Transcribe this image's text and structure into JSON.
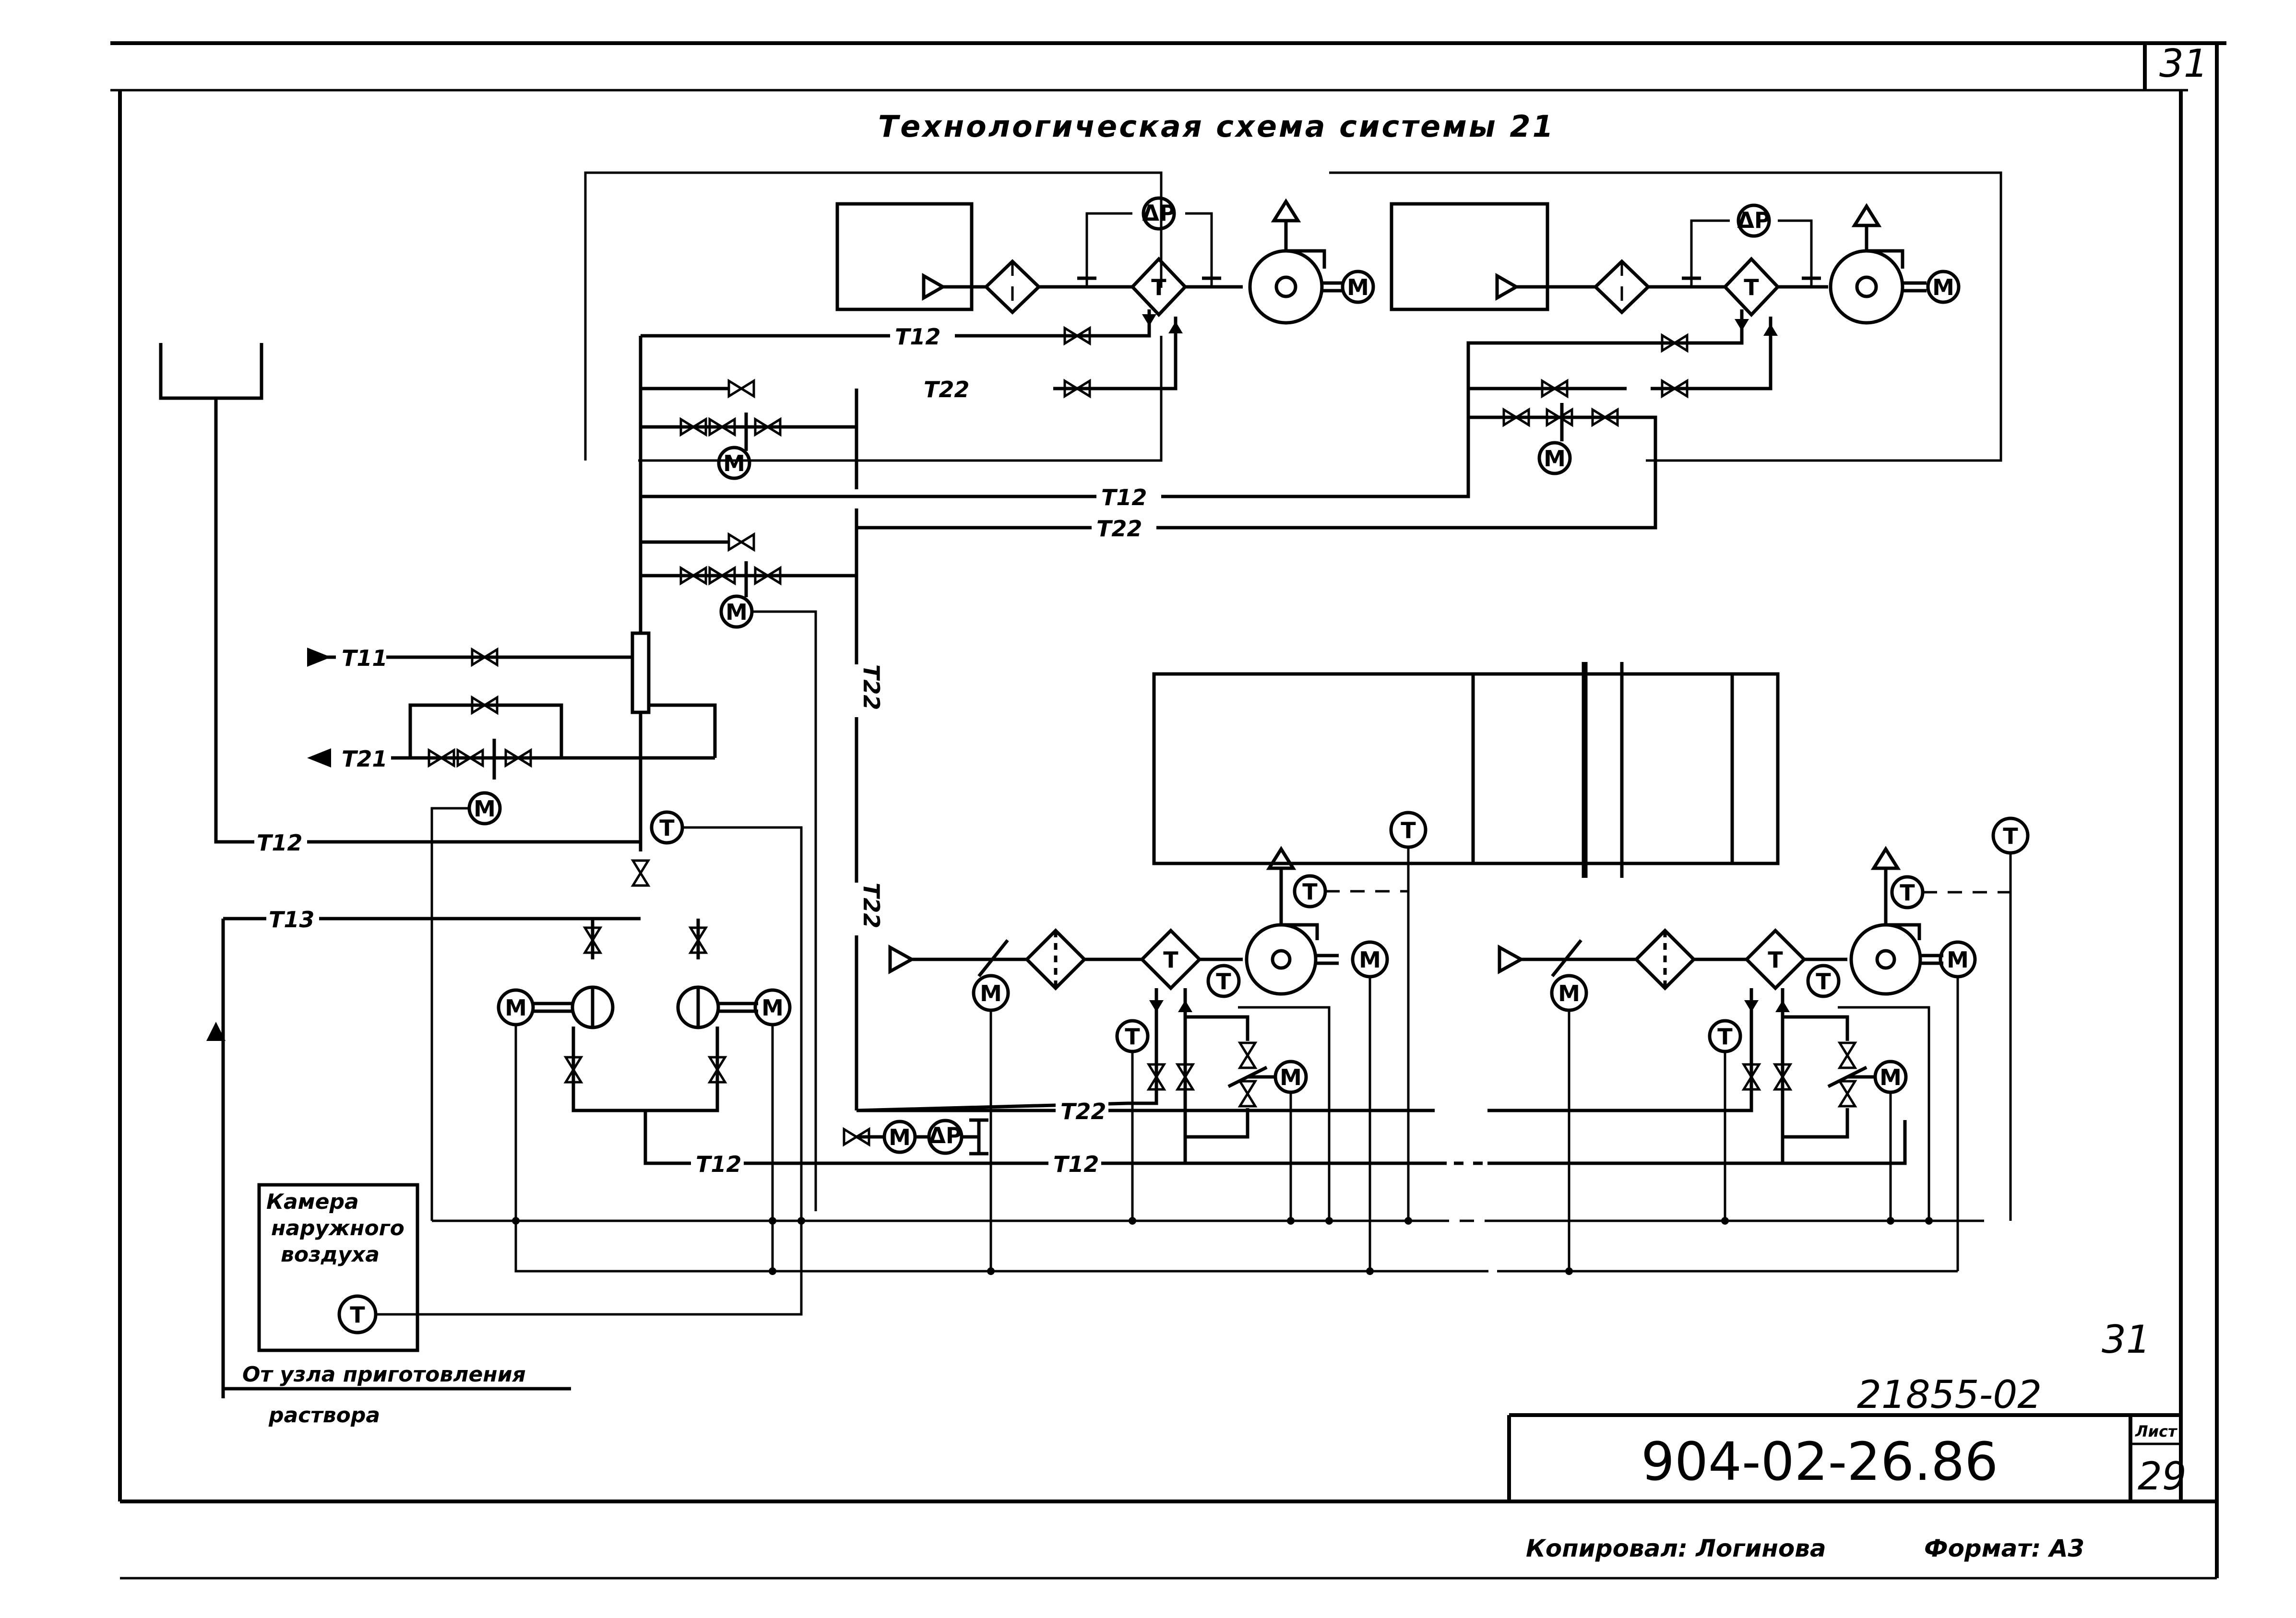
{
  "title": "Технологическая схема системы 21",
  "pipes": {
    "t11": "Т11",
    "t12": "Т12",
    "t13": "Т13",
    "t21": "Т21",
    "t22": "Т22"
  },
  "symbols": {
    "motor": "М",
    "thermo": "Т",
    "diff_pressure": "ΔР"
  },
  "camera": {
    "line1": "Камера",
    "line2": "наружного",
    "line3": "воздуха"
  },
  "source": {
    "line1": "От узла приготовления",
    "line2": "раствора"
  },
  "stamp": {
    "corner_number": "31",
    "handwritten_number": "31",
    "inventory": "21855-02",
    "designation": "904-02-26.86",
    "sheet_label": "Лист",
    "sheet_number": "29",
    "copied_by": "Копировал: Логинова",
    "format": "Формат: А3"
  }
}
